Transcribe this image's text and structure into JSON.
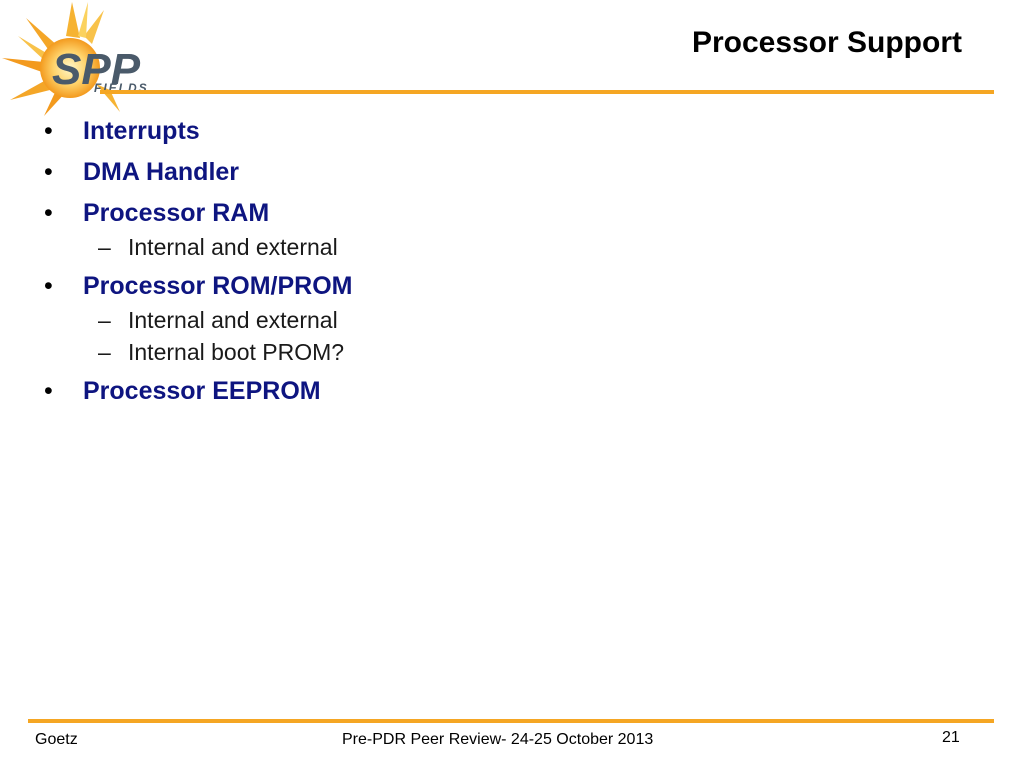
{
  "header": {
    "title": "Processor Support",
    "logo": {
      "text_main": "SPP",
      "text_sub": "FIELDS",
      "accent": "#f5a623"
    }
  },
  "content": {
    "items": [
      {
        "label": "Interrupts",
        "subitems": []
      },
      {
        "label": "DMA Handler",
        "subitems": []
      },
      {
        "label": "Processor RAM",
        "subitems": [
          "Internal and external"
        ]
      },
      {
        "label": "Processor ROM/PROM",
        "subitems": [
          "Internal and external",
          "Internal boot PROM?"
        ]
      },
      {
        "label": "Processor EEPROM",
        "subitems": []
      }
    ]
  },
  "footer": {
    "author": "Goetz",
    "event": "Pre-PDR Peer Review- 24-25 October 2013",
    "page_number": "21"
  },
  "colors": {
    "accent": "#f5a623",
    "bullet_text": "#0e1580"
  }
}
